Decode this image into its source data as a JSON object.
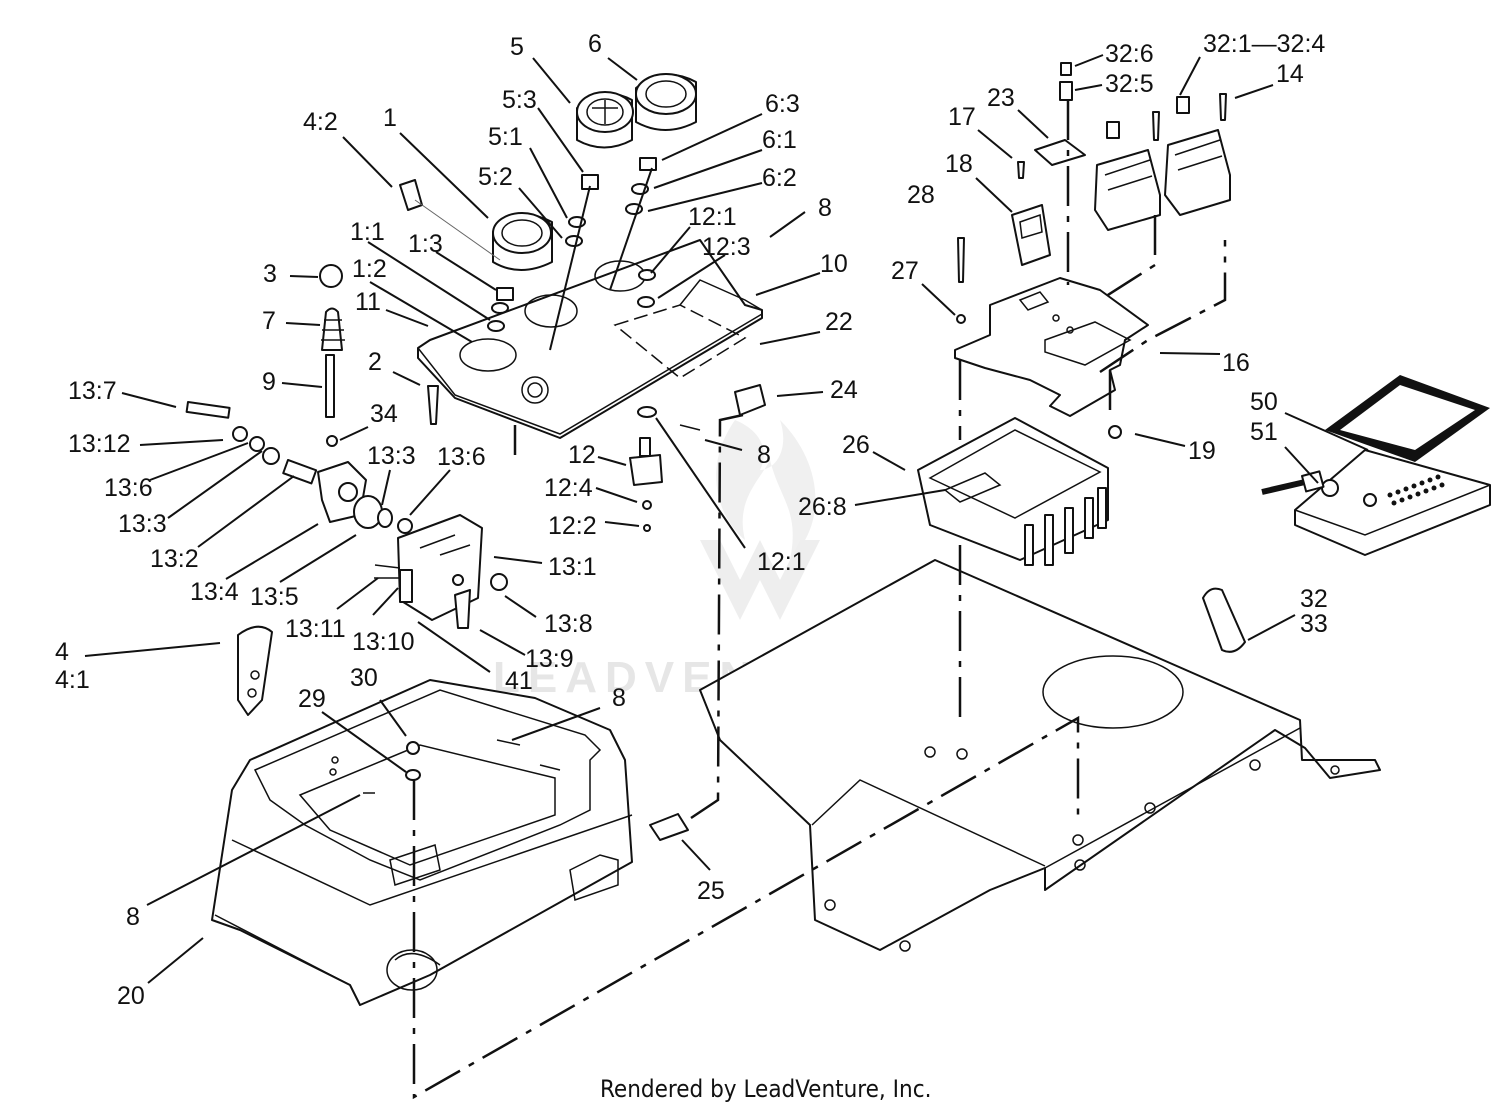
{
  "diagram": {
    "footer": "Rendered by LeadVenture, Inc.",
    "watermark": "LEADVENTURE",
    "callouts": [
      {
        "text": "5"
      },
      {
        "text": "6"
      },
      {
        "text": "5:3"
      },
      {
        "text": "6:3"
      },
      {
        "text": "5:1"
      },
      {
        "text": "6:1"
      },
      {
        "text": "4:2"
      },
      {
        "text": "1"
      },
      {
        "text": "5:2"
      },
      {
        "text": "6:2"
      },
      {
        "text": "12:1"
      },
      {
        "text": "8"
      },
      {
        "text": "1:1"
      },
      {
        "text": "1:3"
      },
      {
        "text": "12:3"
      },
      {
        "text": "10"
      },
      {
        "text": "3"
      },
      {
        "text": "1:2"
      },
      {
        "text": "11"
      },
      {
        "text": "22"
      },
      {
        "text": "7"
      },
      {
        "text": "2"
      },
      {
        "text": "24"
      },
      {
        "text": "9"
      },
      {
        "text": "13:7"
      },
      {
        "text": "34"
      },
      {
        "text": "13:12"
      },
      {
        "text": "13:3"
      },
      {
        "text": "13:6"
      },
      {
        "text": "12"
      },
      {
        "text": "8"
      },
      {
        "text": "13:6"
      },
      {
        "text": "12:4"
      },
      {
        "text": "13:3"
      },
      {
        "text": "12:2"
      },
      {
        "text": "13:2"
      },
      {
        "text": "12:1"
      },
      {
        "text": "13:1"
      },
      {
        "text": "13:4"
      },
      {
        "text": "13:5"
      },
      {
        "text": "13:8"
      },
      {
        "text": "13:11"
      },
      {
        "text": "13:10"
      },
      {
        "text": "13:9"
      },
      {
        "text": "4"
      },
      {
        "text": "4:1"
      },
      {
        "text": "41"
      },
      {
        "text": "30"
      },
      {
        "text": "29"
      },
      {
        "text": "8"
      },
      {
        "text": "8"
      },
      {
        "text": "25"
      },
      {
        "text": "20"
      },
      {
        "text": "32:6"
      },
      {
        "text": "32:1—32:4"
      },
      {
        "text": "32:5"
      },
      {
        "text": "14"
      },
      {
        "text": "23"
      },
      {
        "text": "17"
      },
      {
        "text": "18"
      },
      {
        "text": "28"
      },
      {
        "text": "27"
      },
      {
        "text": "16"
      },
      {
        "text": "50"
      },
      {
        "text": "51"
      },
      {
        "text": "19"
      },
      {
        "text": "26"
      },
      {
        "text": "26:8"
      },
      {
        "text": "32"
      },
      {
        "text": "33"
      }
    ]
  }
}
